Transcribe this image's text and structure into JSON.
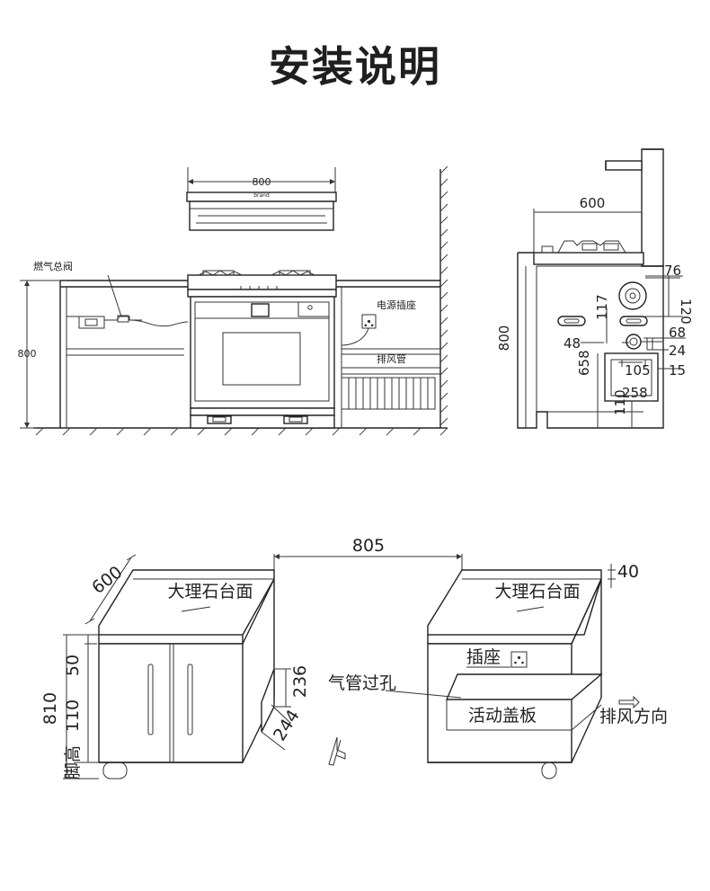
{
  "title": "安装说明",
  "front_view": {
    "dimension_width": "800",
    "dimension_height": "800",
    "label_gas_valve": "燃气总阀",
    "label_power_socket": "电源插座",
    "label_exhaust_pipe": "排风管"
  },
  "side_view": {
    "dim_depth": "600",
    "dim_height": "800",
    "dim_76": "76",
    "dim_120": "120",
    "dim_117": "117",
    "dim_68": "68",
    "dim_48": "48",
    "dim_24": "24",
    "dim_105": "105",
    "dim_15": "15",
    "dim_658": "658",
    "dim_258": "258",
    "dim_110": "110"
  },
  "cabinet_view": {
    "dim_gap": "805",
    "dim_depth": "600",
    "dim_top_thickness": "40",
    "label_marble_left": "大理石台面",
    "label_marble_right": "大理石台面",
    "label_socket": "插座",
    "label_gas_hole": "气管过孔",
    "label_movable_cover": "活动盖板",
    "label_exhaust_direction": "排风方向",
    "dim_236": "236",
    "dim_244": "244",
    "dim_total_height": "810",
    "dim_50": "50",
    "dim_110": "110",
    "label_foot_height": "脚高"
  }
}
